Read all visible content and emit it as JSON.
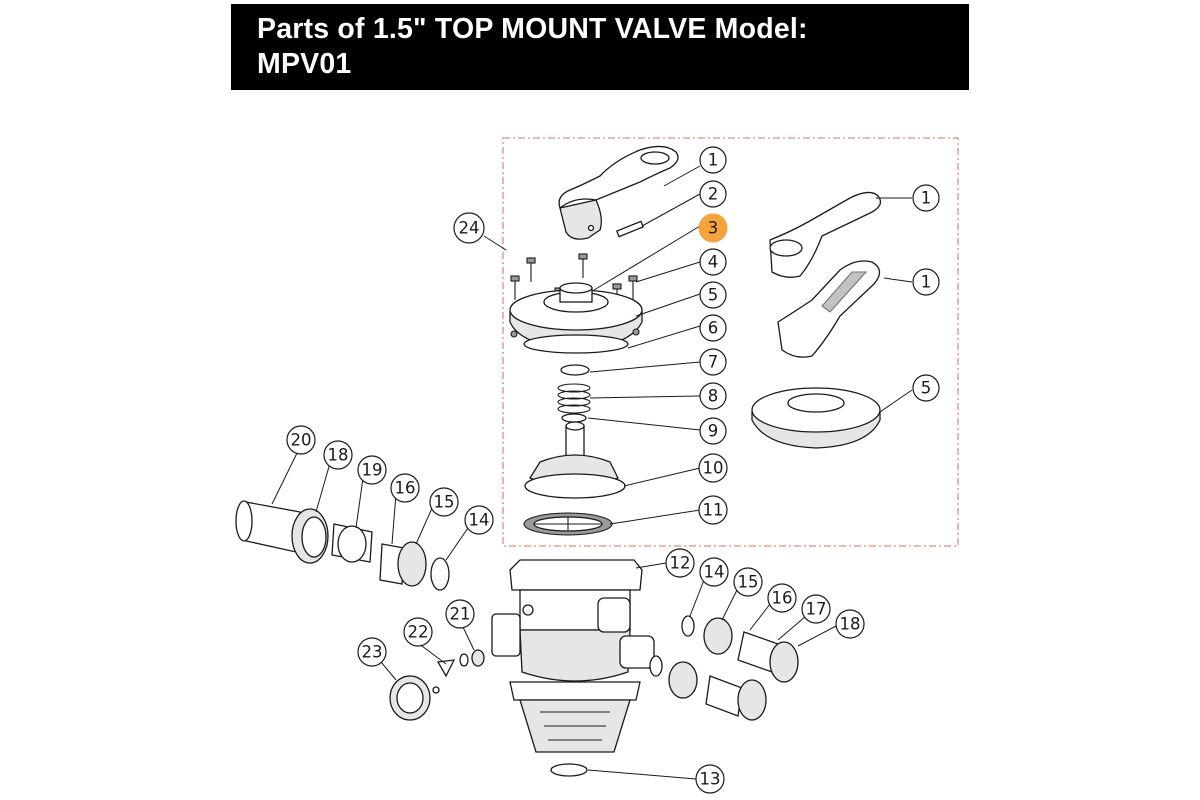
{
  "title": "Parts of 1.5\" TOP MOUNT VALVE Model:\nMPV01",
  "highlight_color": "#f5a33a",
  "group_box_color": "#e08a8a",
  "callouts": [
    "1",
    "2",
    "3",
    "4",
    "5",
    "6",
    "7",
    "8",
    "9",
    "10",
    "11",
    "1",
    "1",
    "5",
    "24",
    "12",
    "13",
    "14",
    "15",
    "16",
    "17",
    "18",
    "14",
    "15",
    "16",
    "18",
    "19",
    "20",
    "21",
    "22",
    "23"
  ],
  "highlighted_callout": "3"
}
